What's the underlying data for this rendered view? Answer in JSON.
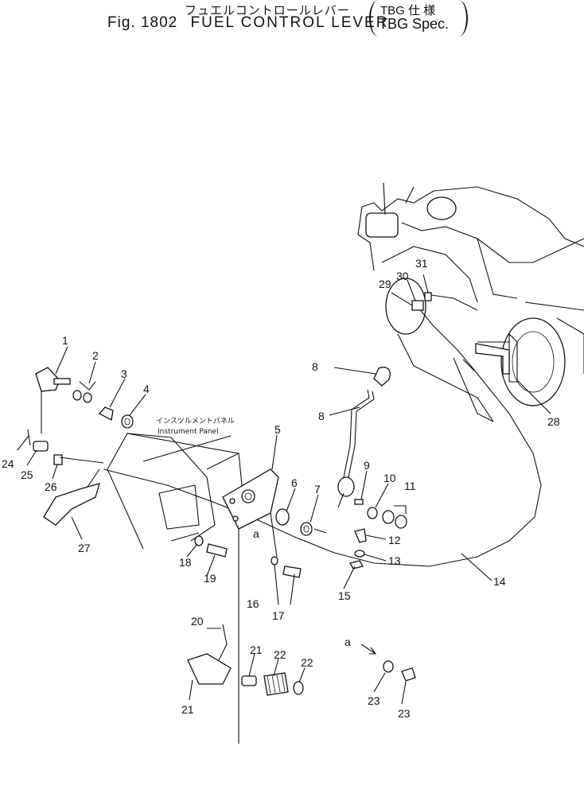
{
  "title": {
    "japanese": "フュエルコントロールレバー",
    "figure": "Fig. 1802",
    "name": "FUEL CONTROL LEVER",
    "spec_jp": "TBG 仕 様",
    "spec_en": "TBG Spec."
  },
  "panel_label": {
    "japanese": "インスツルメントパネル",
    "english": "Instrument Panel"
  },
  "view_marker": "a",
  "part_numbers": [
    "1",
    "2",
    "3",
    "4",
    "5",
    "6",
    "7",
    "8",
    "8",
    "9",
    "10",
    "11",
    "12",
    "13",
    "14",
    "15",
    "16",
    "17",
    "18",
    "19",
    "20",
    "21",
    "21",
    "22",
    "22",
    "23",
    "23",
    "24",
    "25",
    "26",
    "27",
    "28",
    "29",
    "30",
    "31"
  ]
}
